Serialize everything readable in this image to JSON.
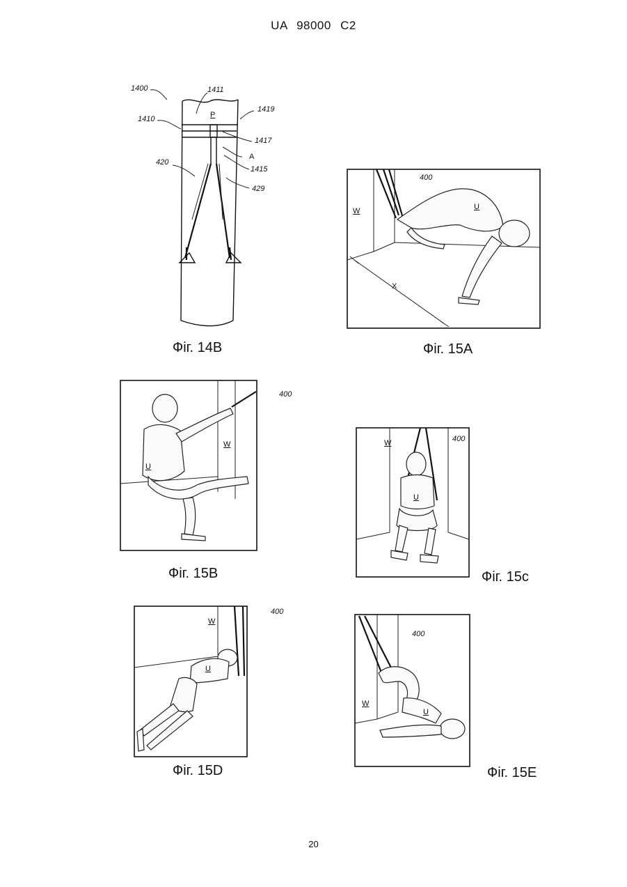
{
  "header": {
    "patent": "UA 98000 C2"
  },
  "page_number": "20",
  "figures": {
    "f14b": {
      "caption": "Фіг. 14B",
      "refs": {
        "r1400": "1400",
        "r1410": "1410",
        "r1411": "1411",
        "r1419": "1419",
        "r1417": "1417",
        "rA": "A",
        "r1415": "1415",
        "r420": "420",
        "r429": "429",
        "rP": "P"
      }
    },
    "f15a": {
      "caption": "Фіг. 15A",
      "ref": "400",
      "wall": "W",
      "user": "U",
      "dist": "X"
    },
    "f15b": {
      "caption": "Фіг. 15B",
      "ref": "400",
      "wall": "W",
      "user": "U"
    },
    "f15c": {
      "caption": "Фіг. 15c",
      "ref": "400",
      "wall": "W",
      "user": "U"
    },
    "f15d": {
      "caption": "Фіг. 15D",
      "ref": "400",
      "wall": "W",
      "user": "U"
    },
    "f15e": {
      "caption": "Фіг. 15E",
      "ref": "400",
      "wall": "W",
      "user": "U"
    }
  }
}
